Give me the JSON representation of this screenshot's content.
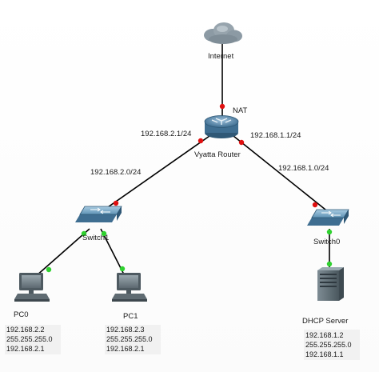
{
  "diagram": {
    "colors": {
      "link": "#000000",
      "port_up": "#2fd12f",
      "port_down": "#e01010",
      "router": "#4d7fa3",
      "switch": "#4f86a8",
      "pc": "#5f6b72",
      "server": "#55646c",
      "cloud": "#8c9aa4"
    },
    "nodes": {
      "internet": {
        "label": "Internet"
      },
      "router": {
        "label": "Vyatta Router",
        "nat_label": "NAT"
      },
      "switch1": {
        "label": "Switch1"
      },
      "switch0": {
        "label": "Switch0"
      },
      "pc0": {
        "label": "PC0",
        "ip": "192.168.2.2",
        "mask": "255.255.255.0",
        "gateway": "192.168.2.1"
      },
      "pc1": {
        "label": "PC1",
        "ip": "192.168.2.3",
        "mask": "255.255.255.0",
        "gateway": "192.168.2.1"
      },
      "dhcp": {
        "label": "DHCP Server",
        "ip": "192.168.1.2",
        "mask": "255.255.255.0",
        "gateway": "192.168.1.1"
      }
    },
    "link_labels": {
      "router_left": "192.168.2.1/24",
      "router_right": "192.168.1.1/24",
      "left_segment": "192.168.2.0/24",
      "right_segment": "192.168.1.0/24"
    }
  }
}
